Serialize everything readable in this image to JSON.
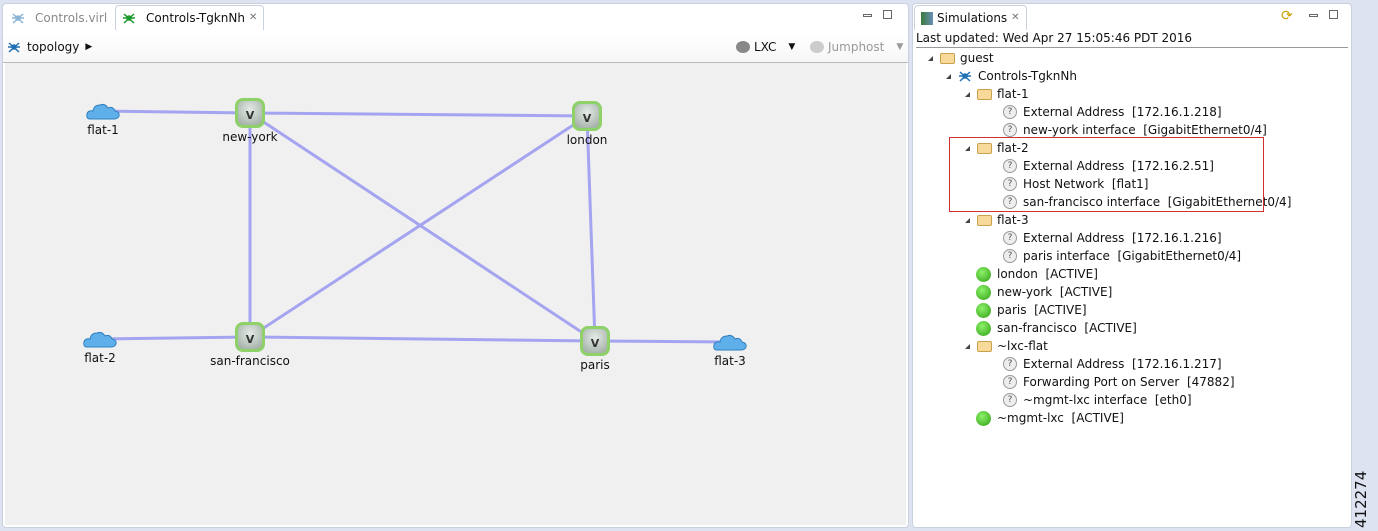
{
  "editor": {
    "tabs": [
      {
        "label": "Controls.virl",
        "active": false
      },
      {
        "label": "Controls-TgknNh",
        "active": true
      }
    ],
    "breadcrumb": "topology",
    "toolbar": {
      "lxc_label": "LXC",
      "jumphost_label": "Jumphost"
    },
    "nodes": [
      {
        "name": "flat-1",
        "type": "cloud"
      },
      {
        "name": "new-york",
        "type": "router"
      },
      {
        "name": "london",
        "type": "router"
      },
      {
        "name": "flat-2",
        "type": "cloud"
      },
      {
        "name": "san-francisco",
        "type": "router"
      },
      {
        "name": "paris",
        "type": "router"
      },
      {
        "name": "flat-3",
        "type": "cloud"
      }
    ],
    "links": [
      [
        "flat-1",
        "new-york"
      ],
      [
        "new-york",
        "london"
      ],
      [
        "new-york",
        "san-francisco"
      ],
      [
        "new-york",
        "paris"
      ],
      [
        "london",
        "san-francisco"
      ],
      [
        "london",
        "paris"
      ],
      [
        "san-francisco",
        "paris"
      ],
      [
        "flat-2",
        "san-francisco"
      ],
      [
        "paris",
        "flat-3"
      ]
    ],
    "link_color": "#a4a4f0"
  },
  "simulations": {
    "tab_label": "Simulations",
    "last_updated": "Last updated: Wed Apr 27 15:05:46 PDT 2016",
    "highlight_color": "#d03030",
    "tree": [
      {
        "level": 0,
        "icon": "folder",
        "label": "guest"
      },
      {
        "level": 1,
        "icon": "topology",
        "label": "Controls-TgknNh"
      },
      {
        "level": 2,
        "icon": "folder",
        "label": "flat-1"
      },
      {
        "level": 3,
        "icon": "question",
        "label": "External Address  [172.16.1.218]"
      },
      {
        "level": 3,
        "icon": "question",
        "label": "new-york interface  [GigabitEthernet0/4]"
      },
      {
        "level": 2,
        "icon": "folder",
        "label": "flat-2"
      },
      {
        "level": 3,
        "icon": "question",
        "label": "External Address  [172.16.2.51]"
      },
      {
        "level": 3,
        "icon": "question",
        "label": "Host Network  [flat1]"
      },
      {
        "level": 3,
        "icon": "question",
        "label": "san-francisco interface  [GigabitEthernet0/4]"
      },
      {
        "level": 2,
        "icon": "folder",
        "label": "flat-3"
      },
      {
        "level": 3,
        "icon": "question",
        "label": "External Address  [172.16.1.216]"
      },
      {
        "level": 3,
        "icon": "question",
        "label": "paris interface  [GigabitEthernet0/4]"
      },
      {
        "level": 2,
        "icon": "active",
        "label": "london  [ACTIVE]"
      },
      {
        "level": 2,
        "icon": "active",
        "label": "new-york  [ACTIVE]"
      },
      {
        "level": 2,
        "icon": "active",
        "label": "paris  [ACTIVE]"
      },
      {
        "level": 2,
        "icon": "active",
        "label": "san-francisco  [ACTIVE]"
      },
      {
        "level": 2,
        "icon": "folder",
        "label": "~lxc-flat"
      },
      {
        "level": 3,
        "icon": "question",
        "label": "External Address  [172.16.1.217]"
      },
      {
        "level": 3,
        "icon": "question",
        "label": "Forwarding Port on Server  [47882]"
      },
      {
        "level": 3,
        "icon": "question",
        "label": "~mgmt-lxc interface  [eth0]"
      },
      {
        "level": 2,
        "icon": "active",
        "label": "~mgmt-lxc  [ACTIVE]"
      }
    ]
  },
  "figure_id": "412274"
}
